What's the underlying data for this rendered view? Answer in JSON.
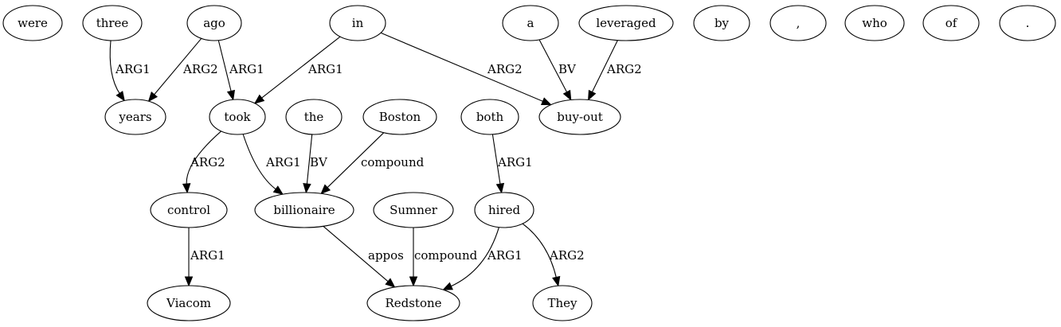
{
  "graph": {
    "nodes": {
      "were": "were",
      "three": "three",
      "ago": "ago",
      "in": "in",
      "a": "a",
      "leveraged": "leveraged",
      "by": "by",
      "comma": ",",
      "who": "who",
      "of": "of",
      "period": ".",
      "years": "years",
      "took": "took",
      "the": "the",
      "boston": "Boston",
      "both": "both",
      "buyout": "buy-out",
      "control": "control",
      "billionaire": "billionaire",
      "sumner": "Sumner",
      "hired": "hired",
      "viacom": "Viacom",
      "redstone": "Redstone",
      "they": "They"
    },
    "edges": [
      {
        "from": "three",
        "to": "years",
        "label": "ARG1"
      },
      {
        "from": "ago",
        "to": "years",
        "label": "ARG2"
      },
      {
        "from": "ago",
        "to": "took",
        "label": "ARG1"
      },
      {
        "from": "in",
        "to": "took",
        "label": "ARG1"
      },
      {
        "from": "in",
        "to": "buyout",
        "label": "ARG2"
      },
      {
        "from": "a",
        "to": "buyout",
        "label": "BV"
      },
      {
        "from": "leveraged",
        "to": "buyout",
        "label": "ARG2"
      },
      {
        "from": "took",
        "to": "control",
        "label": "ARG2"
      },
      {
        "from": "took",
        "to": "billionaire",
        "label": "ARG1"
      },
      {
        "from": "the",
        "to": "billionaire",
        "label": "BV"
      },
      {
        "from": "boston",
        "to": "billionaire",
        "label": "compound"
      },
      {
        "from": "both",
        "to": "hired",
        "label": "ARG1"
      },
      {
        "from": "control",
        "to": "viacom",
        "label": "ARG1"
      },
      {
        "from": "billionaire",
        "to": "redstone",
        "label": "appos"
      },
      {
        "from": "sumner",
        "to": "redstone",
        "label": "compound"
      },
      {
        "from": "hired",
        "to": "redstone",
        "label": "ARG1"
      },
      {
        "from": "hired",
        "to": "they",
        "label": "ARG2"
      }
    ]
  }
}
